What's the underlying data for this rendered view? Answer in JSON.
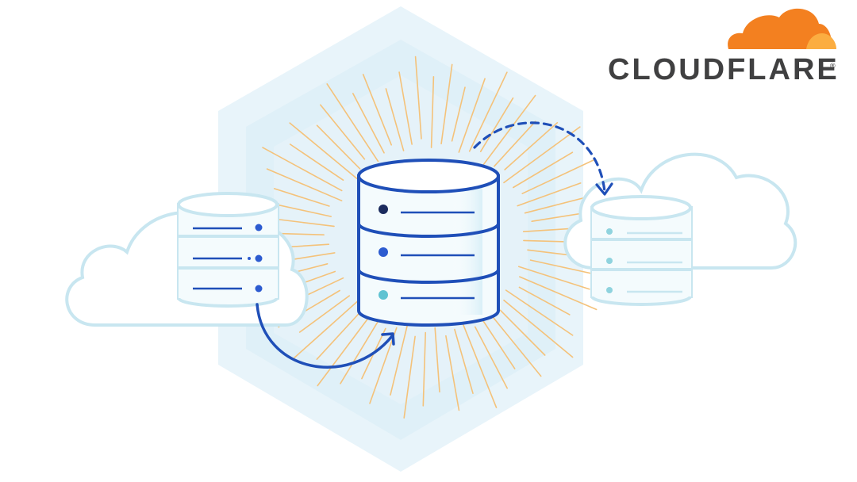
{
  "logo": {
    "wordmark": "CLOUDFLARE",
    "registered": "®",
    "cloud_color": "#F38020",
    "cloud_light_color": "#FBAD41",
    "text_color": "#404041"
  },
  "illustration": {
    "source_database": {
      "icon": "database-icon",
      "cloud": "cloud-icon",
      "disks": 3
    },
    "central_database": {
      "icon": "database-icon",
      "disks": 3,
      "highlighted": true
    },
    "target_database": {
      "icon": "database-icon",
      "cloud": "cloud-icon",
      "disks": 3
    },
    "migration_arrow": {
      "icon": "curved-arrow-icon",
      "style": "solid"
    },
    "replication_arrow": {
      "icon": "dashed-curved-arrow-icon",
      "style": "dashed"
    },
    "colors": {
      "outline": "#1F4FB8",
      "dark_dot": "#1B2B5E",
      "blue_dot": "#2C5BD0",
      "teal_dot": "#5FC3D2",
      "cloud_line": "#C8E6F0",
      "hexagon": "#E3F2F8",
      "rays": "#F4C27A",
      "disk_fill": "#F4FBFD"
    }
  }
}
